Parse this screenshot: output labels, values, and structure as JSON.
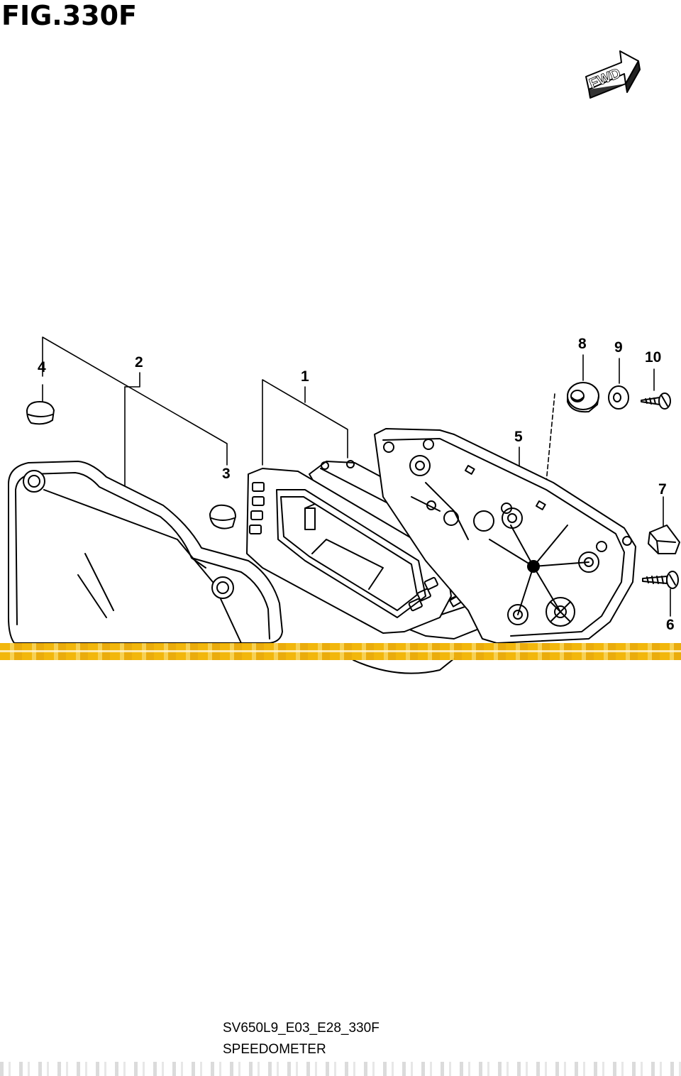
{
  "figure": {
    "title": "FIG.330F",
    "fwd_label": "FWD",
    "code": "SV650L9_E03_E28_330F",
    "name": "SPEEDOMETER"
  },
  "callouts": [
    "1",
    "2",
    "3",
    "4",
    "5",
    "6",
    "7",
    "8",
    "9",
    "10"
  ],
  "colors": {
    "line": "#000000",
    "highlight_band": "#f2b400"
  }
}
